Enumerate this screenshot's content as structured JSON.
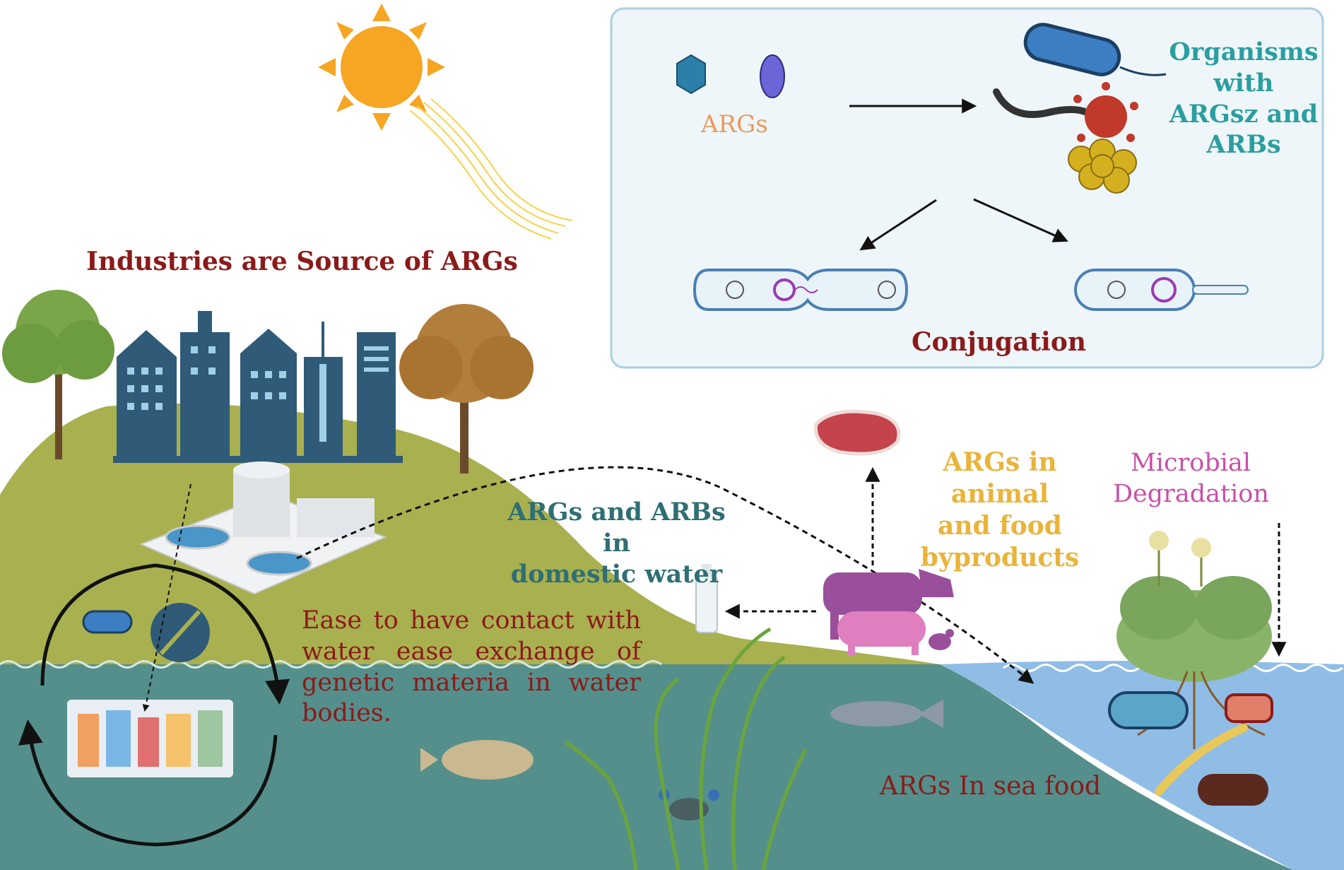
{
  "labels": {
    "args": "ARGs",
    "organisms": [
      "Organisms",
      "with",
      "ARGsz and",
      "ARBs"
    ],
    "conjugation": "Conjugation",
    "industries": "Industries are Source of ARGs",
    "domestic": [
      "ARGs and ARBs in",
      "domestic water"
    ],
    "animal": [
      "ARGs in animal",
      "and food",
      "byproducts"
    ],
    "microbial": [
      "Microbial",
      "Degradation"
    ],
    "ease": [
      "Ease to have contact with",
      "water ease exchange of",
      "genetic materia in water",
      "bodies."
    ],
    "seafood": "ARGs In sea food"
  },
  "colors": {
    "sky": "#ffffff",
    "hill": "#a9b04f",
    "sea": "#548f8b",
    "river": "#8fbde6",
    "panel_bg": "#eef6f9",
    "panel_border": "#a9cfe0",
    "sun": "#f6a623",
    "building": "#2f5b78",
    "label_red": "#8b1a1a",
    "label_teal": "#2a9ea0"
  },
  "icons": [
    "sun-icon",
    "building-icon",
    "tree-icon",
    "treatment-plant-icon",
    "bottle-icon",
    "cow-icon",
    "pig-icon",
    "chicken-icon",
    "meat-icon",
    "fish-icon",
    "flounder-icon",
    "crab-icon",
    "seagrass-icon",
    "plant-icon",
    "bacterium-icon",
    "virus-icon",
    "worm-icon",
    "pill-icon",
    "medicine-icon",
    "plasmid-icon"
  ]
}
